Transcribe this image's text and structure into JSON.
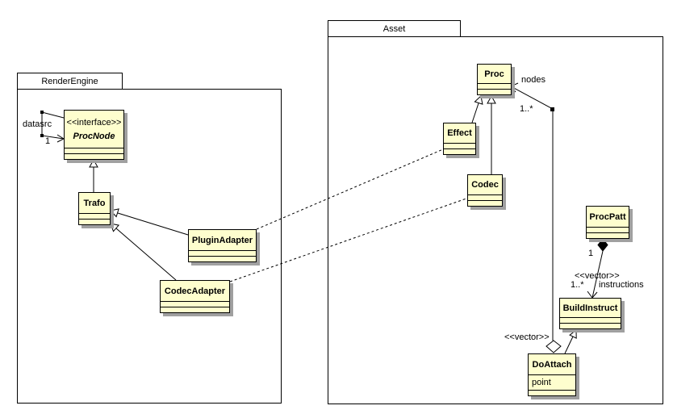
{
  "packages": {
    "render_engine": "RenderEngine",
    "asset": "Asset"
  },
  "classes": {
    "procnode": {
      "stereotype": "<<interface>>",
      "name": "ProcNode"
    },
    "trafo": {
      "name": "Trafo"
    },
    "plugin_adapter": {
      "name": "PluginAdapter"
    },
    "codec_adapter": {
      "name": "CodecAdapter"
    },
    "proc": {
      "name": "Proc"
    },
    "effect": {
      "name": "Effect"
    },
    "codec": {
      "name": "Codec"
    },
    "procpatt": {
      "name": "ProcPatt"
    },
    "build_instruct": {
      "name": "BuildInstruct"
    },
    "do_attach": {
      "name": "DoAttach",
      "attribute": "point"
    }
  },
  "edge_labels": {
    "datasrc_role": "datasrc",
    "datasrc_mult": "1",
    "nodes_role": "nodes",
    "nodes_mult": "1..*",
    "nodes_stereotype": "<<vector>>",
    "instructions_source_mult": "1",
    "instructions_stereotype": "<<vector>>",
    "instructions_mult": "1..*",
    "instructions_role": "instructions"
  },
  "relationships": [
    {
      "type": "association-self",
      "from": "ProcNode",
      "to": "ProcNode",
      "role": "datasrc",
      "multiplicity": "1"
    },
    {
      "type": "generalization",
      "from": "Trafo",
      "to": "ProcNode"
    },
    {
      "type": "generalization",
      "from": "PluginAdapter",
      "to": "Trafo"
    },
    {
      "type": "generalization",
      "from": "CodecAdapter",
      "to": "Trafo"
    },
    {
      "type": "dependency",
      "from": "PluginAdapter",
      "to": "Effect",
      "style": "dashed"
    },
    {
      "type": "dependency",
      "from": "CodecAdapter",
      "to": "Codec",
      "style": "dashed"
    },
    {
      "type": "generalization",
      "from": "Effect",
      "to": "Proc"
    },
    {
      "type": "generalization",
      "from": "Codec",
      "to": "Proc"
    },
    {
      "type": "aggregation",
      "from": "DoAttach",
      "to": "Proc",
      "role": "nodes",
      "multiplicity": "1..*",
      "stereotype": "<<vector>>"
    },
    {
      "type": "composition",
      "from": "ProcPatt",
      "to": "BuildInstruct",
      "source_multiplicity": "1",
      "multiplicity": "1..*",
      "role": "instructions",
      "stereotype": "<<vector>>"
    },
    {
      "type": "generalization",
      "from": "DoAttach",
      "to": "BuildInstruct"
    }
  ],
  "colors": {
    "class_fill": "#fefece",
    "class_border": "#000000",
    "shadow": "#a0a0a0",
    "background": "#ffffff"
  }
}
